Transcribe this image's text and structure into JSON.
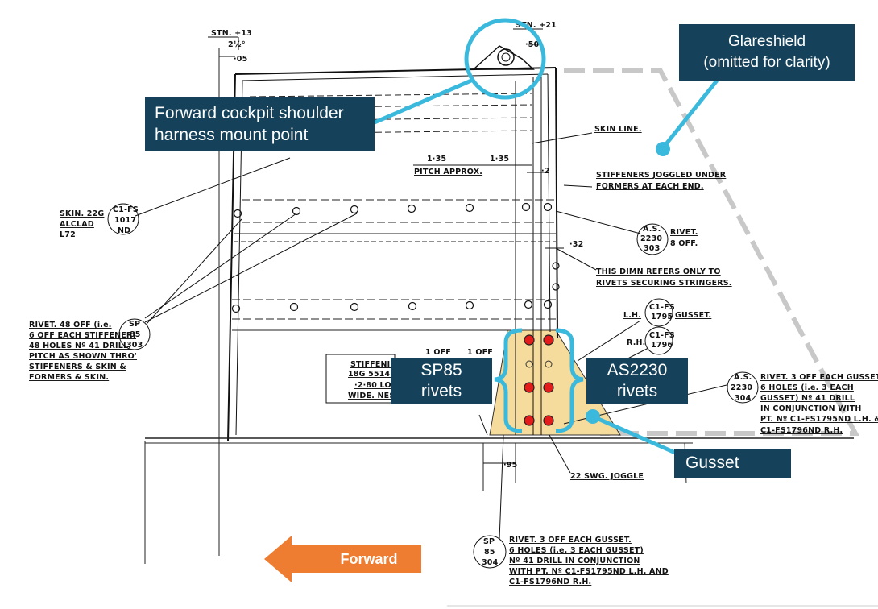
{
  "callouts": {
    "harness_line1": "Forward cockpit shoulder",
    "harness_line2": "harness mount point",
    "glare_line1": "Glareshield",
    "glare_line2": "(omitted for clarity)",
    "sp85_line1": "SP85",
    "sp85_line2": "rivets",
    "as2230_line1": "AS2230",
    "as2230_line2": "rivets",
    "gusset": "Gusset",
    "forward": "Forward"
  },
  "drawing": {
    "stn13": "STN. +13",
    "dim_2_5": "2½°",
    "dim_05": "·05",
    "stn21": "STN. +21",
    "dim_50": "·50",
    "skin_line": "SKIN LINE.",
    "dim_135a": "1·35",
    "dim_135b": "1·35",
    "pitch_approx": "PITCH APPROX.",
    "dim_2": "·2",
    "stiffeners_1": "STIFFENERS JOGGLED UNDER",
    "stiffeners_2": "FORMERS AT EACH END.",
    "skin_1": "SKIN. 22G",
    "skin_2": "ALCLAD",
    "skin_3": "L72",
    "cifs_1": "C1-FS",
    "cifs_2": "1017",
    "cifs_3": "ND",
    "as_1": "A.S.",
    "as_2": "2230",
    "as_3": "303",
    "rivet8_1": "RIVET.",
    "rivet8_2": "8 OFF.",
    "dim_32": "·32",
    "dimn_1": "THIS DIMN REFERS ONLY TO",
    "dimn_2": "RIVETS SECURING STRINGERS.",
    "lh": "L.H.",
    "lh_cifs_1": "C1-FS",
    "lh_cifs_2": "1795",
    "gusset_word": "GUSSET.",
    "rh": "R.H.",
    "rh_cifs_1": "C1-FS",
    "rh_cifs_2": "1796",
    "rivet48_1": "RIVET. 48 OFF (i.e.",
    "rivet48_2": "6 OFF EACH STIFFENER)",
    "rivet48_3": "48 HOLES Nº 41 DRILL.",
    "rivet48_4": "PITCH AS SHOWN THRO'",
    "rivet48_5": "STIFFENERS & SKIN &",
    "rivet48_6": "FORMERS & SKIN.",
    "sp_1": "SP",
    "sp_2": "85",
    "sp_3": "303",
    "off_1": "1 OFF",
    "off_2": "1 OFF",
    "stiff_1": "STIFFENIN",
    "stiff_2": "18G 5514 L",
    "stiff_3": "·2·80 LO",
    "stiff_4": "WIDE. NEST",
    "as304_1": "A.S.",
    "as304_2": "2230",
    "as304_3": "304",
    "r3_1": "RIVET. 3 OFF EACH GUSSET.",
    "r3_2": "6 HOLES (i.e. 3 EACH",
    "r3_3": "GUSSET) Nº 41 DRILL",
    "r3_4": "IN CONJUNCTION WITH",
    "r3_5": "PT. Nº C1-FS1795ND L.H. &",
    "r3_6": "C1-FS1796ND R.H.",
    "dim_95": "·95",
    "joggle": "22 SWG. JOGGLE",
    "sp304_1": "SP",
    "sp304_2": "85",
    "sp304_3": "304",
    "b3_1": "RIVET. 3 OFF EACH GUSSET.",
    "b3_2": "6 HOLES (i.e. 3 EACH GUSSET)",
    "b3_3": "Nº 41 DRILL IN CONJUNCTION",
    "b3_4": "WITH PT. Nº C1-FS1795ND L.H. AND",
    "b3_5": "C1-FS1796ND R.H."
  },
  "colors": {
    "callout_bg": "#15425a",
    "highlight": "#3bb9dc",
    "gusset_fill": "#f6dc9c",
    "rivet_red": "#e21b1b",
    "forward_arrow": "#ee7d31",
    "glareshield_dash": "#c8c8c8"
  }
}
